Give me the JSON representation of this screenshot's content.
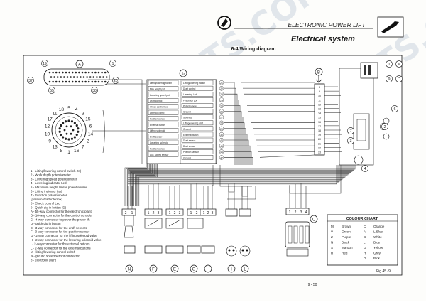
{
  "header": {
    "section_title": "ELECTRONIC POWER LIFT",
    "page_title": "Electrical system",
    "diagram_title": "6-4 Wiring diagram",
    "page_number": "9 - 50",
    "fig_label": "Fig.45 -9"
  },
  "watermark": "VNISHVETS.COM",
  "connector_labels": {
    "A": "A",
    "B": "B",
    "b": "b",
    "C": "C",
    "D": "D",
    "E": "E",
    "F": "F",
    "G": "G",
    "H": "H",
    "I": "I",
    "L": "L",
    "M": "M",
    "N": "N"
  },
  "plug_a_pins": {
    "p19": "19",
    "p1": "1",
    "p37": "37",
    "p20": "20",
    "p55": "55",
    "p38": "38"
  },
  "circular_pins": [
    "5",
    "4",
    "3",
    "15",
    "6",
    "14",
    "2",
    "7",
    "16",
    "1",
    "8",
    "13",
    "9",
    "10",
    "12",
    "17",
    "11",
    "18"
  ],
  "right_numbers": [
    "1",
    "M",
    "9",
    "D",
    "6",
    "5",
    "2",
    "7",
    "3",
    "4"
  ],
  "left_harness": [
    {
      "label": "Lifting/lowering switch",
      "num": "31"
    },
    {
      "label": "Max height pot.",
      "num": "32"
    },
    {
      "label": "Lowering speed pot.",
      "num": "33"
    },
    {
      "label": "Draft control",
      "num": "34"
    },
    {
      "label": "Check control Led",
      "num": "35"
    },
    {
      "label": "Attention lamp",
      "num": "36"
    },
    {
      "label": "Position sensor",
      "num": "37"
    },
    {
      "label": "External button",
      "num": "38"
    },
    {
      "label": "Lifting solenoid",
      "num": "39"
    },
    {
      "label": "Draft sensor",
      "num": "40"
    },
    {
      "label": "Lowering solenoid",
      "num": "41"
    },
    {
      "label": "Position sensor",
      "num": "42"
    },
    {
      "label": "Aux. speed sensor",
      "num": "43"
    }
  ],
  "right_harness": [
    {
      "label": "Lifting/lowering switch",
      "num": "21"
    },
    {
      "label": "Draft control",
      "num": "22"
    },
    {
      "label": "Lowering Led",
      "num": "23"
    },
    {
      "label": "Feedback pot.",
      "num": "24"
    },
    {
      "label": "Potentiometer",
      "num": "25"
    },
    {
      "label": "Ground",
      "num": "26"
    },
    {
      "label": "Slow/fast",
      "num": "27"
    },
    {
      "label": "Lifting/lowering cmd",
      "num": "28"
    },
    {
      "label": "Ground",
      "num": "29"
    },
    {
      "label": "External button",
      "num": "30"
    },
    {
      "label": "Draft sensor",
      "num": "44"
    },
    {
      "label": "Draft sensor",
      "num": "45"
    },
    {
      "label": "Position sensor",
      "num": "46"
    },
    {
      "label": "Ground",
      "num": "47"
    }
  ],
  "b_column_numbers": [
    "8",
    "9",
    "10",
    "11",
    "12",
    "13",
    "14",
    "15",
    "16",
    "17",
    "18",
    "19",
    "20",
    "21",
    "22",
    "23"
  ],
  "connector_pins": {
    "c1": "2",
    "c2": "1",
    "d1": "1",
    "d2": "2",
    "d3": "3",
    "e1": "1",
    "e2": "2",
    "e3": "3",
    "g1": "1",
    "g2": "2",
    "h1": "1",
    "h2": "2",
    "h3": "3",
    "c1p": "1",
    "c2p": "2",
    "c3p": "3",
    "c4p": "4"
  },
  "legend": [
    "1 - Lifting/lowering control switch  (M)",
    "2 - Work depth potentiometer",
    "3 - Lowering speed potentiometer",
    "4 - Lowering indicator Led",
    "5 - Maximum height limiter potentiometer",
    "6 - Lifting indicator Led",
    "7 - Function potentiometer",
    "     (position-draft-intermix)",
    "8 - Check control Led",
    "9 - Quick dig in button  (D)",
    "A - 55-way connector for the electronic plant",
    "B - 16-way connector for the control console",
    "C - 4-way connector to power the power lift",
    "D - quick dig in button",
    "E - 3-way connector for the draft sensors",
    "F - 3-way connector for the position sensor",
    "G - 2-way connector for the lifting solenoid valve",
    "H - 2-way connector for the lowering solenoid valve",
    "I - 2-way connector for the external buttons",
    "L - 2-way connector for the external buttons",
    "M - lifting/lowering control switch",
    "N - ground speed sensor connector",
    "b - electronic plant"
  ],
  "colour_chart": {
    "title": "COLOUR CHART",
    "rows": [
      [
        "M",
        "Brown",
        "C",
        "Orange"
      ],
      [
        "V",
        "Green",
        "A",
        "L.Blue"
      ],
      [
        "Z",
        "Purple",
        "B",
        "White"
      ],
      [
        "N",
        "Black",
        "L",
        "Blue"
      ],
      [
        "S",
        "Maroon",
        "G",
        "Yellow"
      ],
      [
        "R",
        "Red",
        "H",
        "Grey"
      ],
      [
        "",
        "",
        "D",
        "Pink"
      ]
    ]
  }
}
